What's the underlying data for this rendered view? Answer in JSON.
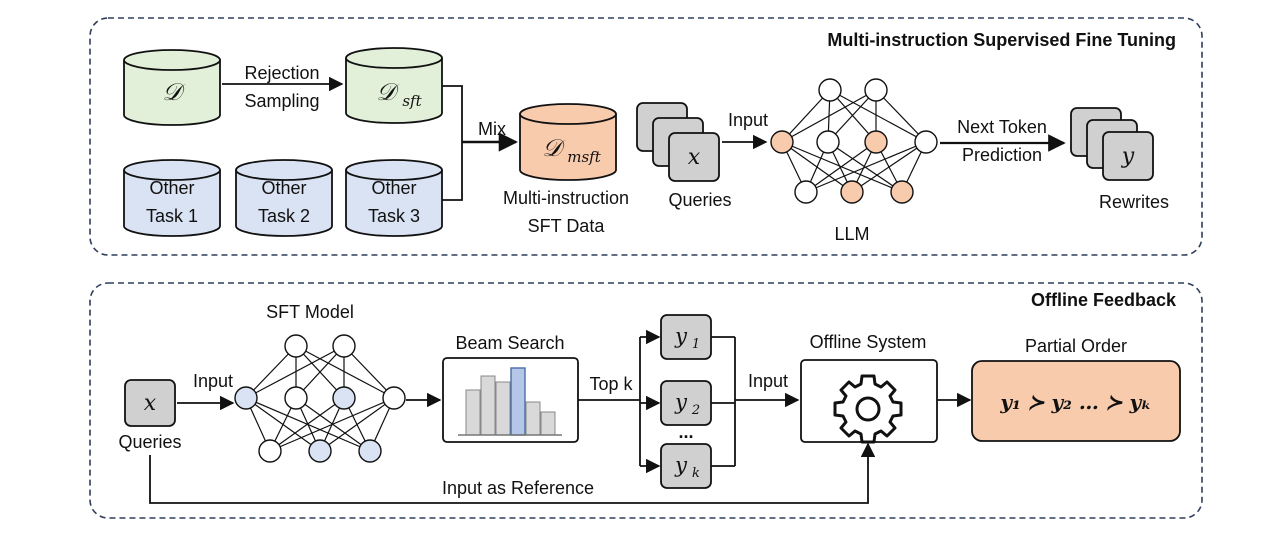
{
  "top": {
    "title": "Multi-instruction Supervised Fine Tuning",
    "dataset_d": "𝒟",
    "dataset_sft_main": "𝒟",
    "dataset_sft_sub": "sft",
    "rejection_line1": "Rejection",
    "rejection_line2": "Sampling",
    "other_tasks": [
      {
        "line1": "Other",
        "line2": "Task 1"
      },
      {
        "line1": "Other",
        "line2": "Task 2"
      },
      {
        "line1": "Other",
        "line2": "Task 3"
      }
    ],
    "mix_label": "Mix",
    "msft_main": "𝒟",
    "msft_sub": "msft",
    "msft_caption_line1": "Multi-instruction",
    "msft_caption_line2": "SFT Data",
    "query_symbol": "x",
    "queries_label": "Queries",
    "input_label": "Input",
    "llm_label": "LLM",
    "next_token_line1": "Next Token",
    "next_token_line2": "Prediction",
    "rewrite_symbol": "y",
    "rewrites_label": "Rewrites"
  },
  "bottom": {
    "title": "Offline Feedback",
    "query_symbol": "x",
    "queries_label": "Queries",
    "input_label": "Input",
    "sft_model_label": "SFT Model",
    "beam_search_label": "Beam Search",
    "top_k_label": "Top k",
    "candidates": [
      {
        "main": "y",
        "sub": "1"
      },
      {
        "main": "y",
        "sub": "2"
      },
      {
        "main": "y",
        "sub": "k"
      }
    ],
    "dots": "...",
    "input2_label": "Input",
    "offline_system_label": "Offline System",
    "partial_order_label": "Partial Order",
    "partial_order_formula": "y₁ ≻ y₂ … ≻ yₖ",
    "reference_label": "Input as Reference"
  },
  "colors": {
    "green": "#e2f0d9",
    "blue": "#dae3f3",
    "orange": "#f8cbad",
    "gray": "#d0d0d0",
    "node_blue": "#dae3f3",
    "frame": "#2f3e5a"
  }
}
